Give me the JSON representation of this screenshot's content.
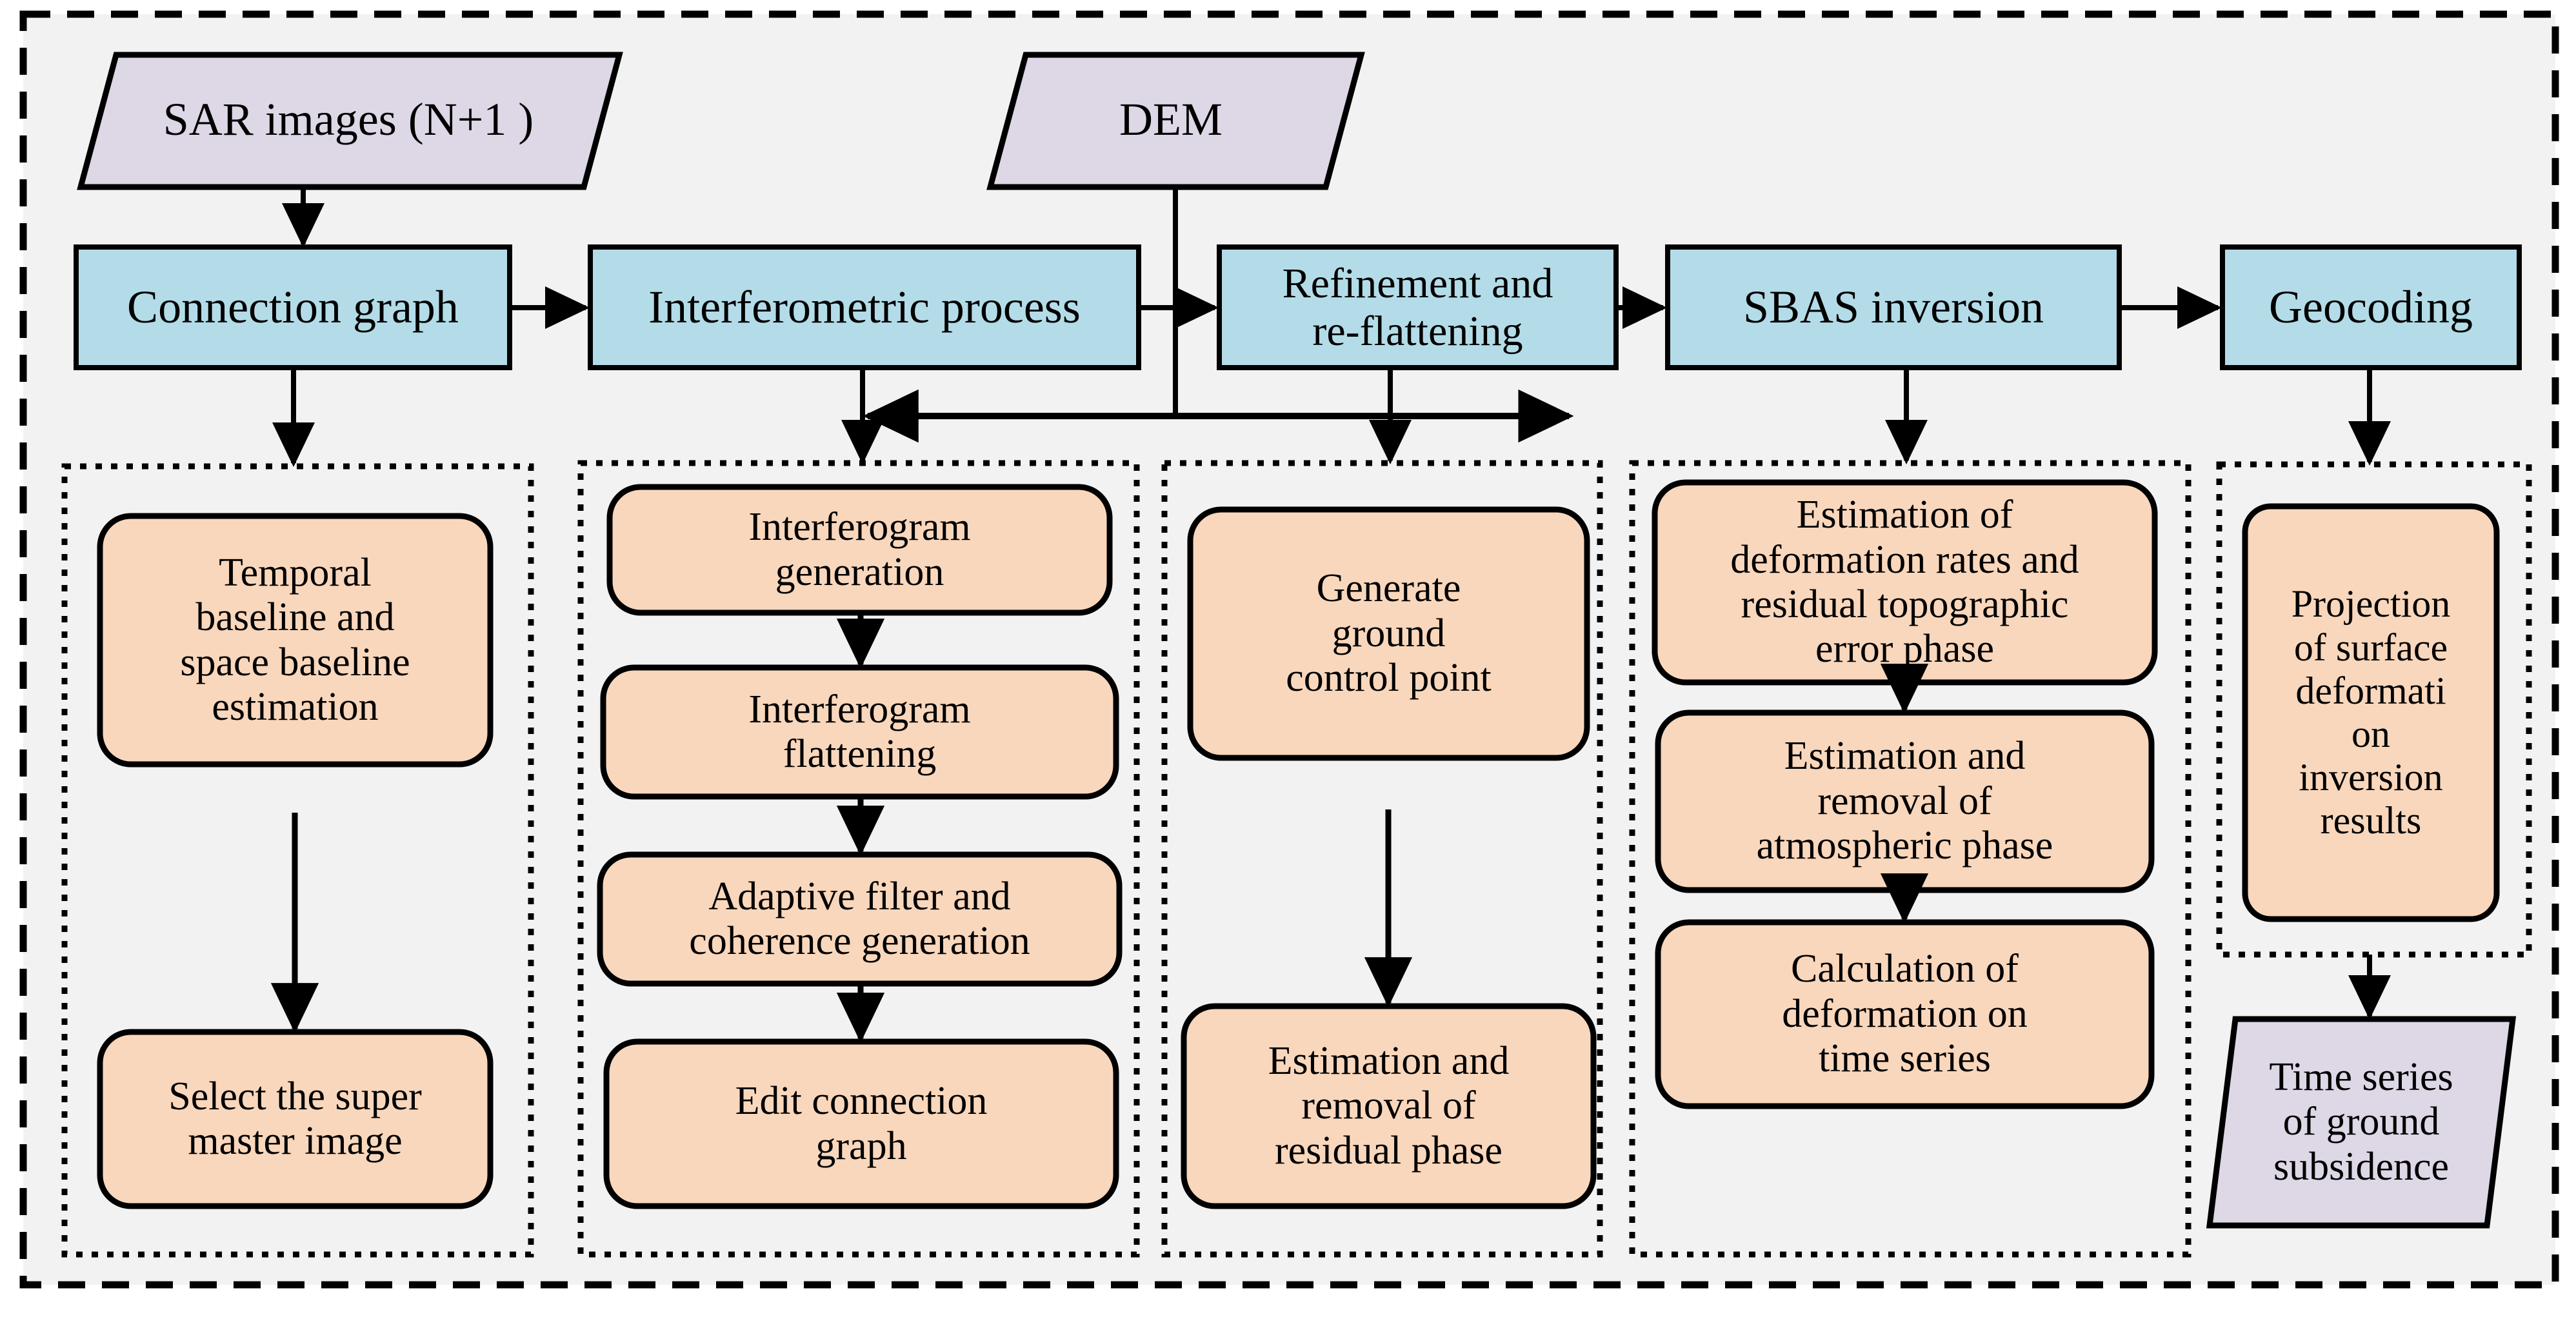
{
  "figure": {
    "title": "SBAS-InSAR ground subsidence processing flowchart",
    "background": "#f2f2f2",
    "outer_border": "dashed"
  },
  "colors": {
    "input_fill": "#ddd7e6",
    "process_fill": "#b3dce8",
    "step_fill": "#f9d7bc",
    "stroke": "#000000",
    "panel_bg": "#f2f2f2"
  },
  "inputs": [
    {
      "id": "sar-images",
      "label": "SAR images (N+1 )",
      "shape": "parallelogram",
      "fill": "#ddd7e6"
    },
    {
      "id": "dem",
      "label": "DEM",
      "shape": "parallelogram",
      "fill": "#ddd7e6"
    }
  ],
  "main_stages": [
    {
      "id": "connection-graph",
      "label": "Connection graph",
      "fill": "#b3dce8"
    },
    {
      "id": "interferometric-process",
      "label": "Interferometric process",
      "fill": "#b3dce8"
    },
    {
      "id": "refinement-reflattening",
      "label": "Refinement and\nre-flattening",
      "fill": "#b3dce8"
    },
    {
      "id": "sbas-inversion",
      "label": "SBAS inversion",
      "fill": "#b3dce8"
    },
    {
      "id": "geocoding",
      "label": "Geocoding",
      "fill": "#b3dce8"
    }
  ],
  "groups": [
    {
      "id": "group-baseline",
      "steps": [
        {
          "id": "temporal-space-baseline-estimation",
          "label": "Temporal\nbaseline and\nspace baseline\nestimation"
        },
        {
          "id": "select-super-master-image",
          "label": "Select the super\nmaster image"
        }
      ]
    },
    {
      "id": "group-interferogram",
      "steps": [
        {
          "id": "interferogram-generation",
          "label": "Interferogram\ngeneration"
        },
        {
          "id": "interferogram-flattening",
          "label": "Interferogram\nflattening"
        },
        {
          "id": "adaptive-filter-coherence",
          "label": "Adaptive filter and\ncoherence generation"
        },
        {
          "id": "edit-connection-graph",
          "label": "Edit connection\ngraph"
        }
      ]
    },
    {
      "id": "group-gcp",
      "steps": [
        {
          "id": "generate-ground-control-point",
          "label": "Generate\nground\ncontrol point"
        },
        {
          "id": "estimation-removal-residual-phase",
          "label": "Estimation and\nremoval of\nresidual phase"
        }
      ]
    },
    {
      "id": "group-sbas",
      "steps": [
        {
          "id": "estimation-deformation-rates",
          "label": "Estimation of\ndeformation rates and\nresidual topographic\nerror phase"
        },
        {
          "id": "estimation-removal-atmospheric",
          "label": "Estimation and\nremoval of\natmospheric phase"
        },
        {
          "id": "calculation-deformation-time-series",
          "label": "Calculation of\ndeformation on\ntime series"
        }
      ]
    },
    {
      "id": "group-geocoding",
      "steps": [
        {
          "id": "projection-surface-deformation",
          "label": "Projection\nof surface\ndeformati\non\ninversion\nresults"
        }
      ]
    }
  ],
  "outputs": [
    {
      "id": "time-series-ground-subsidence",
      "label": "Time series\nof ground\nsubsidence",
      "shape": "parallelogram",
      "fill": "#ddd7e6"
    }
  ]
}
